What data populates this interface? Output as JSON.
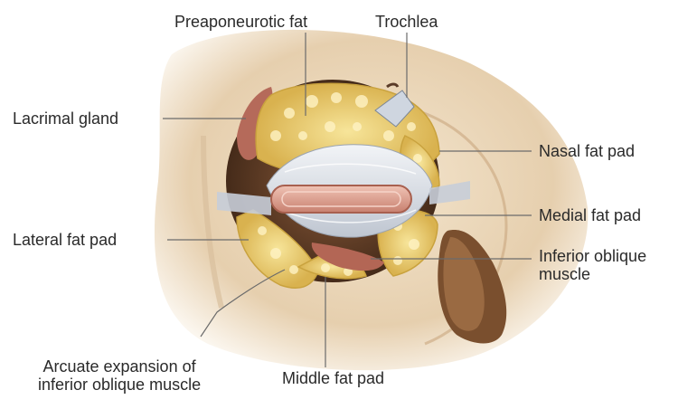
{
  "labels": {
    "preaponeurotic_fat": "Preaponeurotic fat",
    "trochlea": "Trochlea",
    "lacrimal_gland": "Lacrimal gland",
    "nasal_fat_pad": "Nasal fat pad",
    "medial_fat_pad": "Medial fat pad",
    "lateral_fat_pad": "Lateral fat pad",
    "inferior_oblique_line1": "Inferior oblique",
    "inferior_oblique_line2": "muscle",
    "arcuate_line1": "Arcuate expansion of",
    "arcuate_line2": "inferior oblique muscle",
    "middle_fat_pad": "Middle fat pad"
  },
  "colors": {
    "bone": "#e8d4b6",
    "bone_shadow": "#c9a77f",
    "orbit_dark": "#5a3b28",
    "fat_yellow": "#f0d77a",
    "fat_edge": "#c9a23e",
    "muscle_pink": "#d79a8c",
    "membrane_grey": "#d9dde4",
    "leader_line": "#6b6b6b"
  }
}
